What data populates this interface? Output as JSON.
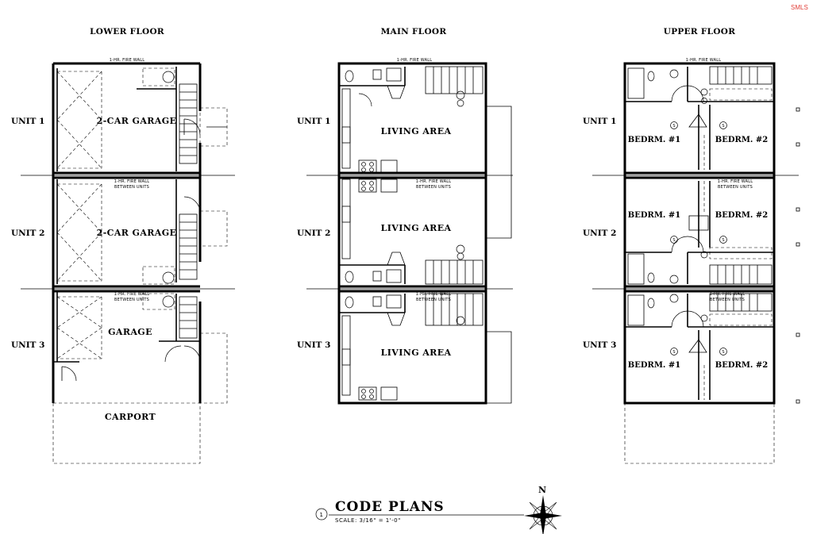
{
  "brand": "SMLS",
  "floors": [
    {
      "title": "LOWER FLOOR"
    },
    {
      "title": "MAIN FLOOR"
    },
    {
      "title": "UPPER FLOOR"
    }
  ],
  "units": [
    "UNIT 1",
    "UNIT 2",
    "UNIT 3"
  ],
  "notes": {
    "fire_wall": "1-HR. FIRE WALL",
    "between_units": "BETWEEN UNITS"
  },
  "lower_floor": {
    "rooms": [
      "2-CAR GARAGE",
      "2-CAR GARAGE",
      "GARAGE",
      "CARPORT"
    ]
  },
  "main_floor": {
    "rooms": [
      "LIVING AREA",
      "LIVING AREA",
      "LIVING AREA"
    ]
  },
  "upper_floor": {
    "rooms": [
      "BEDRM. #1",
      "BEDRM. #2",
      "BEDRM. #1",
      "BEDRM. #2",
      "BEDRM. #1",
      "BEDRM. #2"
    ],
    "smoke_symbol": "S"
  },
  "title_block": {
    "number": "1",
    "title": "CODE PLANS",
    "scale": "SCALE: 3/16\" = 1'-0\"",
    "north": "N"
  }
}
